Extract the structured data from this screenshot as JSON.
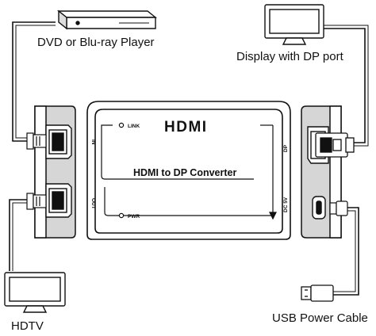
{
  "labels": {
    "dvd_player": "DVD or Blu-ray Player",
    "display_dp": "Display with DP port",
    "hdtv": "HDTV",
    "usb_power": "USB Power Cable",
    "converter_title": "HDMI to DP Converter",
    "brand_logo": "HDMI"
  },
  "ports": {
    "link": "LINK",
    "pwr": "PWR",
    "in": "IN",
    "out": "OUT",
    "dp": "DP",
    "dc5v": "DC 5V"
  },
  "colors": {
    "line": "#111111",
    "device_fill": "#ffffff",
    "shade": "#d9d9d9"
  }
}
